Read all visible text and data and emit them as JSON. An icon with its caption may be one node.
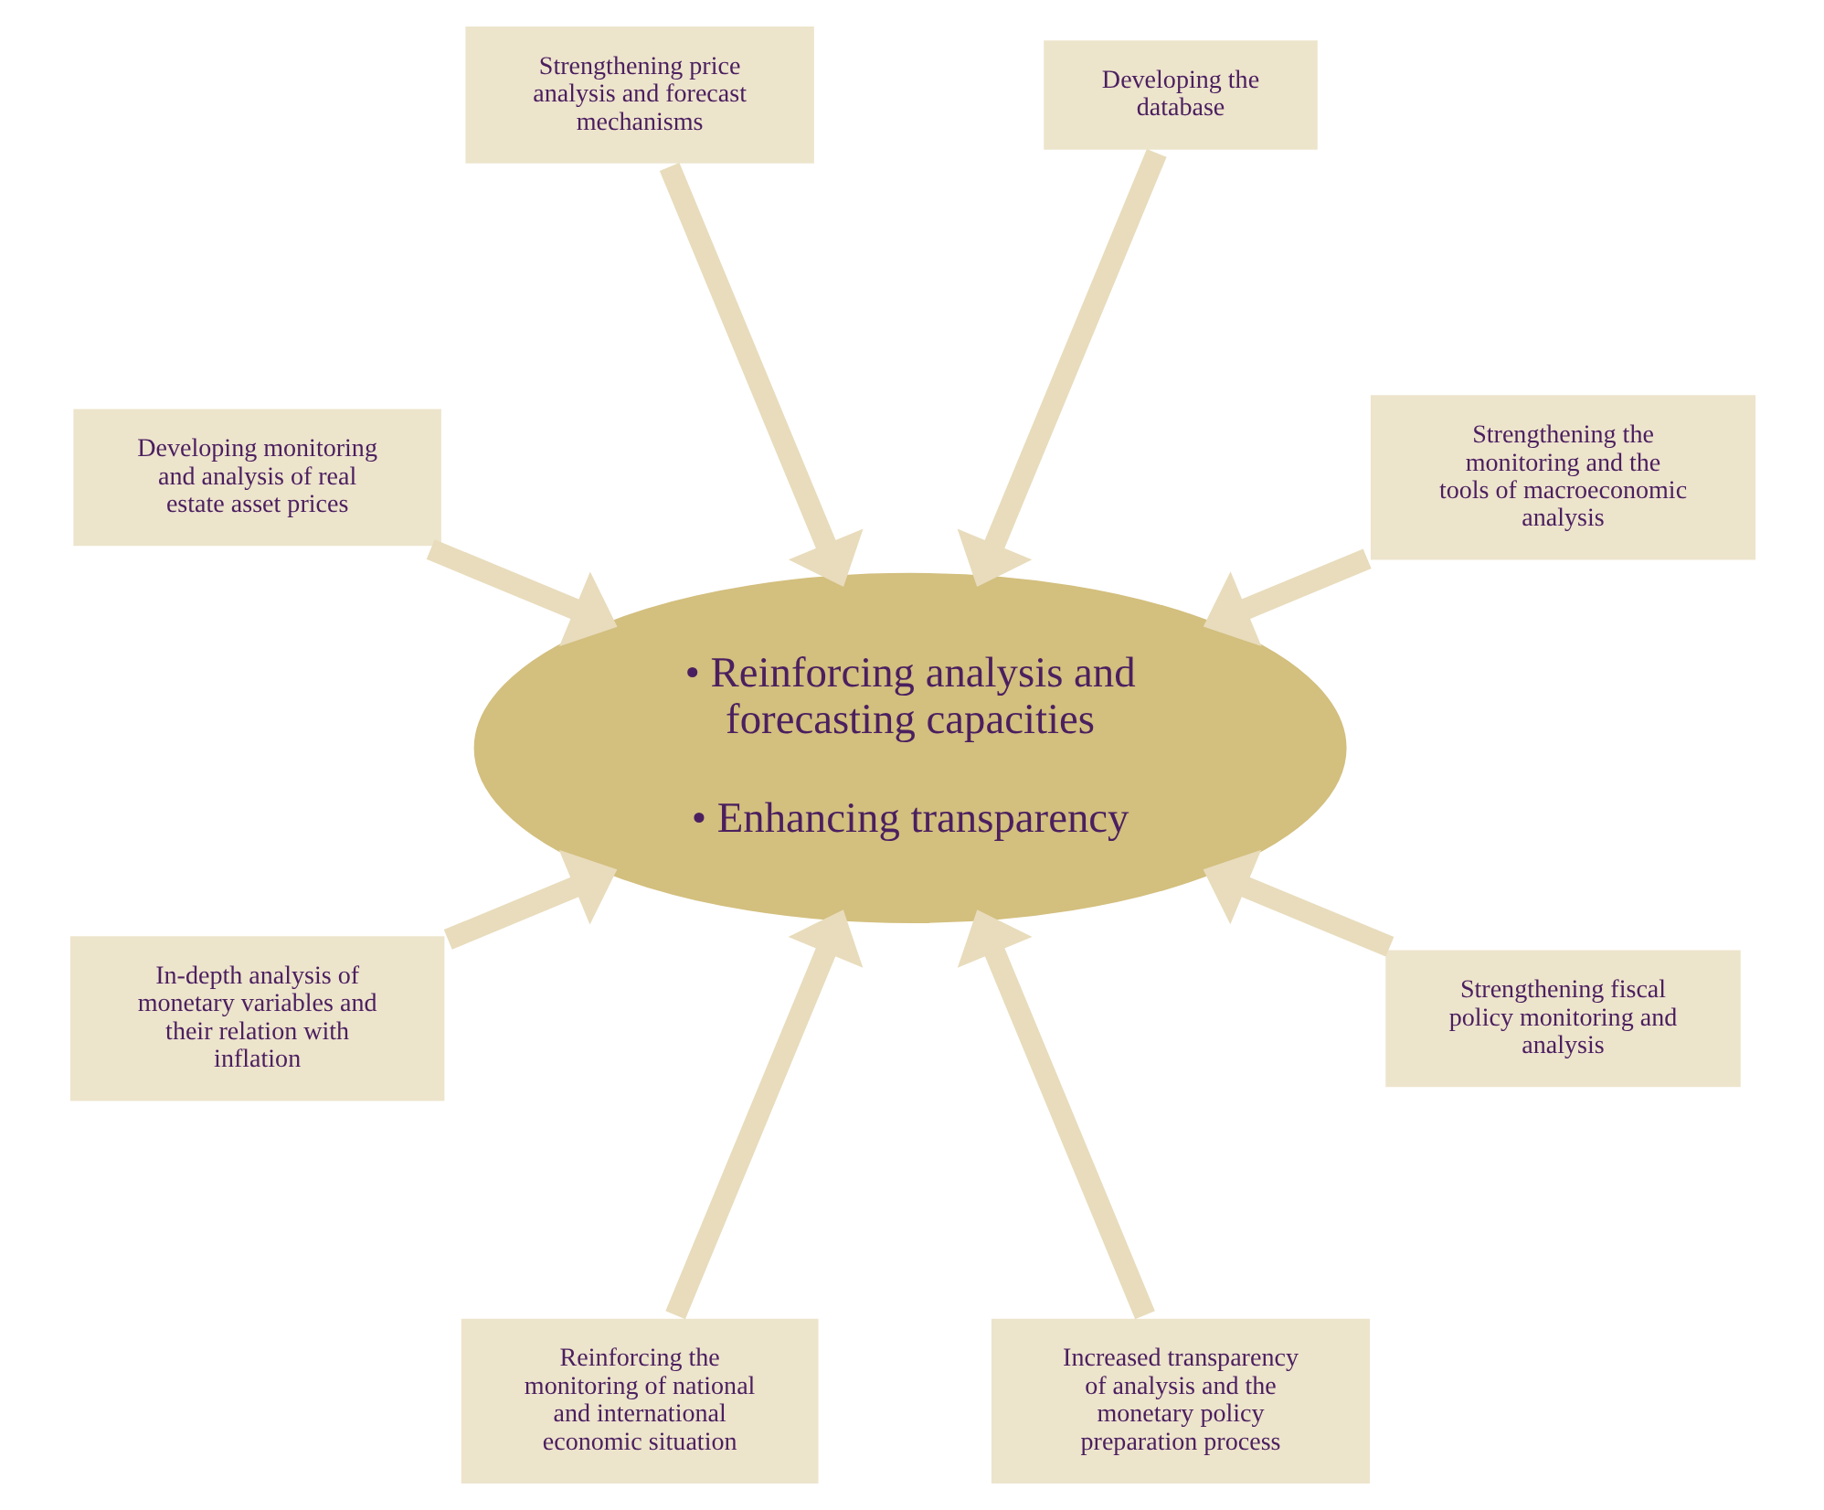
{
  "diagram": {
    "nodes": [
      {
        "text": [
          "Strengthening the monitoring and the tools of macroeconomic analysis"
        ]
      },
      {
        "text": [
          "Developing the database"
        ]
      },
      {
        "text": [
          "Strengthening price analysis and forecast mechanisms"
        ]
      },
      {
        "text": [
          "Developing monitoring and analysis of real estate asset prices"
        ]
      },
      {
        "text": [
          "• Reinforcing analysis and forecasting capacities",
          "• Enhancing transparency"
        ]
      },
      {
        "text": [
          "In-depth analysis of monetary variables and their relation with inflation"
        ]
      },
      {
        "text": [
          "Reinforcing the monitoring of national and international economic situation"
        ]
      },
      {
        "text": [
          "Increased transparency of analysis and the monetary policy preparation process"
        ]
      },
      {
        "text": [
          "Strengthening fiscal policy monitoring and analysis"
        ]
      }
    ],
    "edges": [
      {
        "from": 0,
        "to": 4,
        "arrow": "to"
      },
      {
        "from": 1,
        "to": 4,
        "arrow": "to"
      },
      {
        "from": 3,
        "to": 4,
        "arrow": "to"
      },
      {
        "from": 6,
        "to": 4,
        "arrow": "to"
      },
      {
        "from": 8,
        "to": 4,
        "arrow": "to"
      },
      {
        "from": 7,
        "to": 4,
        "arrow": "to"
      },
      {
        "from": 5,
        "to": 4,
        "arrow": "to"
      },
      {
        "from": 2,
        "to": 4,
        "arrow": "to"
      }
    ]
  }
}
